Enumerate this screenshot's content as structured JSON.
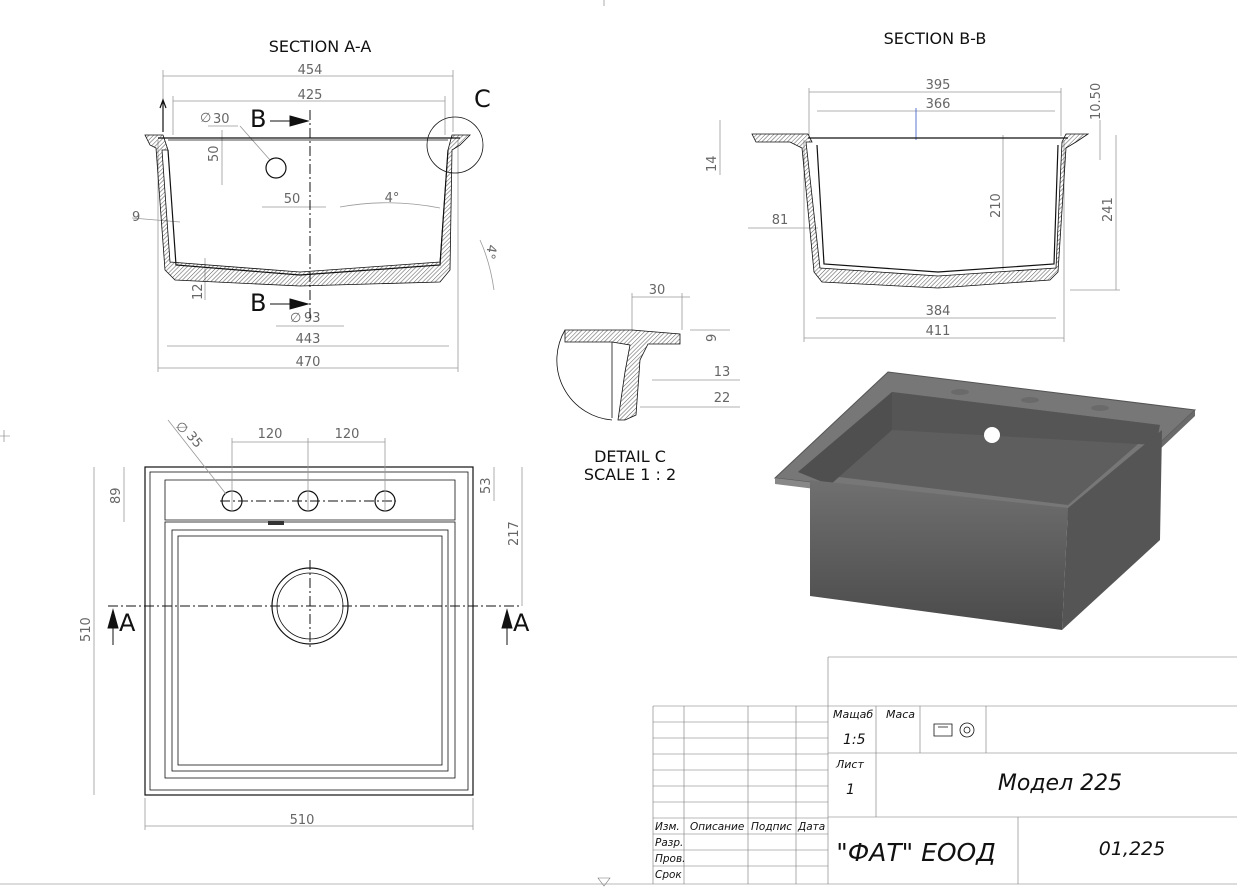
{
  "sections": {
    "a_a": {
      "title": "SECTION A-A",
      "dims": [
        "454",
        "425",
        "30",
        "50",
        "50",
        "4°",
        "9",
        "4°",
        "12",
        "93",
        "443",
        "470"
      ],
      "cut_label": "B",
      "detail_label": "C"
    },
    "b_b": {
      "title": "SECTION B-B",
      "dims": [
        "395",
        "366",
        "10.50",
        "14",
        "210",
        "241",
        "81",
        "384",
        "411"
      ]
    },
    "detail_c": {
      "title": "DETAIL C",
      "scale": "SCALE 1 : 2",
      "dims": [
        "30",
        "9",
        "13",
        "22"
      ]
    },
    "plan": {
      "dims": [
        "35",
        "120",
        "120",
        "89",
        "53",
        "217",
        "510",
        "510"
      ],
      "cut_label": "A"
    }
  },
  "symbols": {
    "diameter": "∅"
  },
  "title_block": {
    "scale_label": "Мащаб",
    "scale_value": "1:5",
    "mass_label": "Маса",
    "sheet_label": "Лист",
    "sheet_value": "1",
    "model_name": "Модел 225",
    "company": "\"ФАТ\" ЕООД",
    "drawing_number": "01,225",
    "col_headers": [
      "Изм.",
      "Описание",
      "Подпис",
      "Дата"
    ],
    "row_labels": [
      "Разр.",
      "Пров.",
      "Срок"
    ]
  }
}
